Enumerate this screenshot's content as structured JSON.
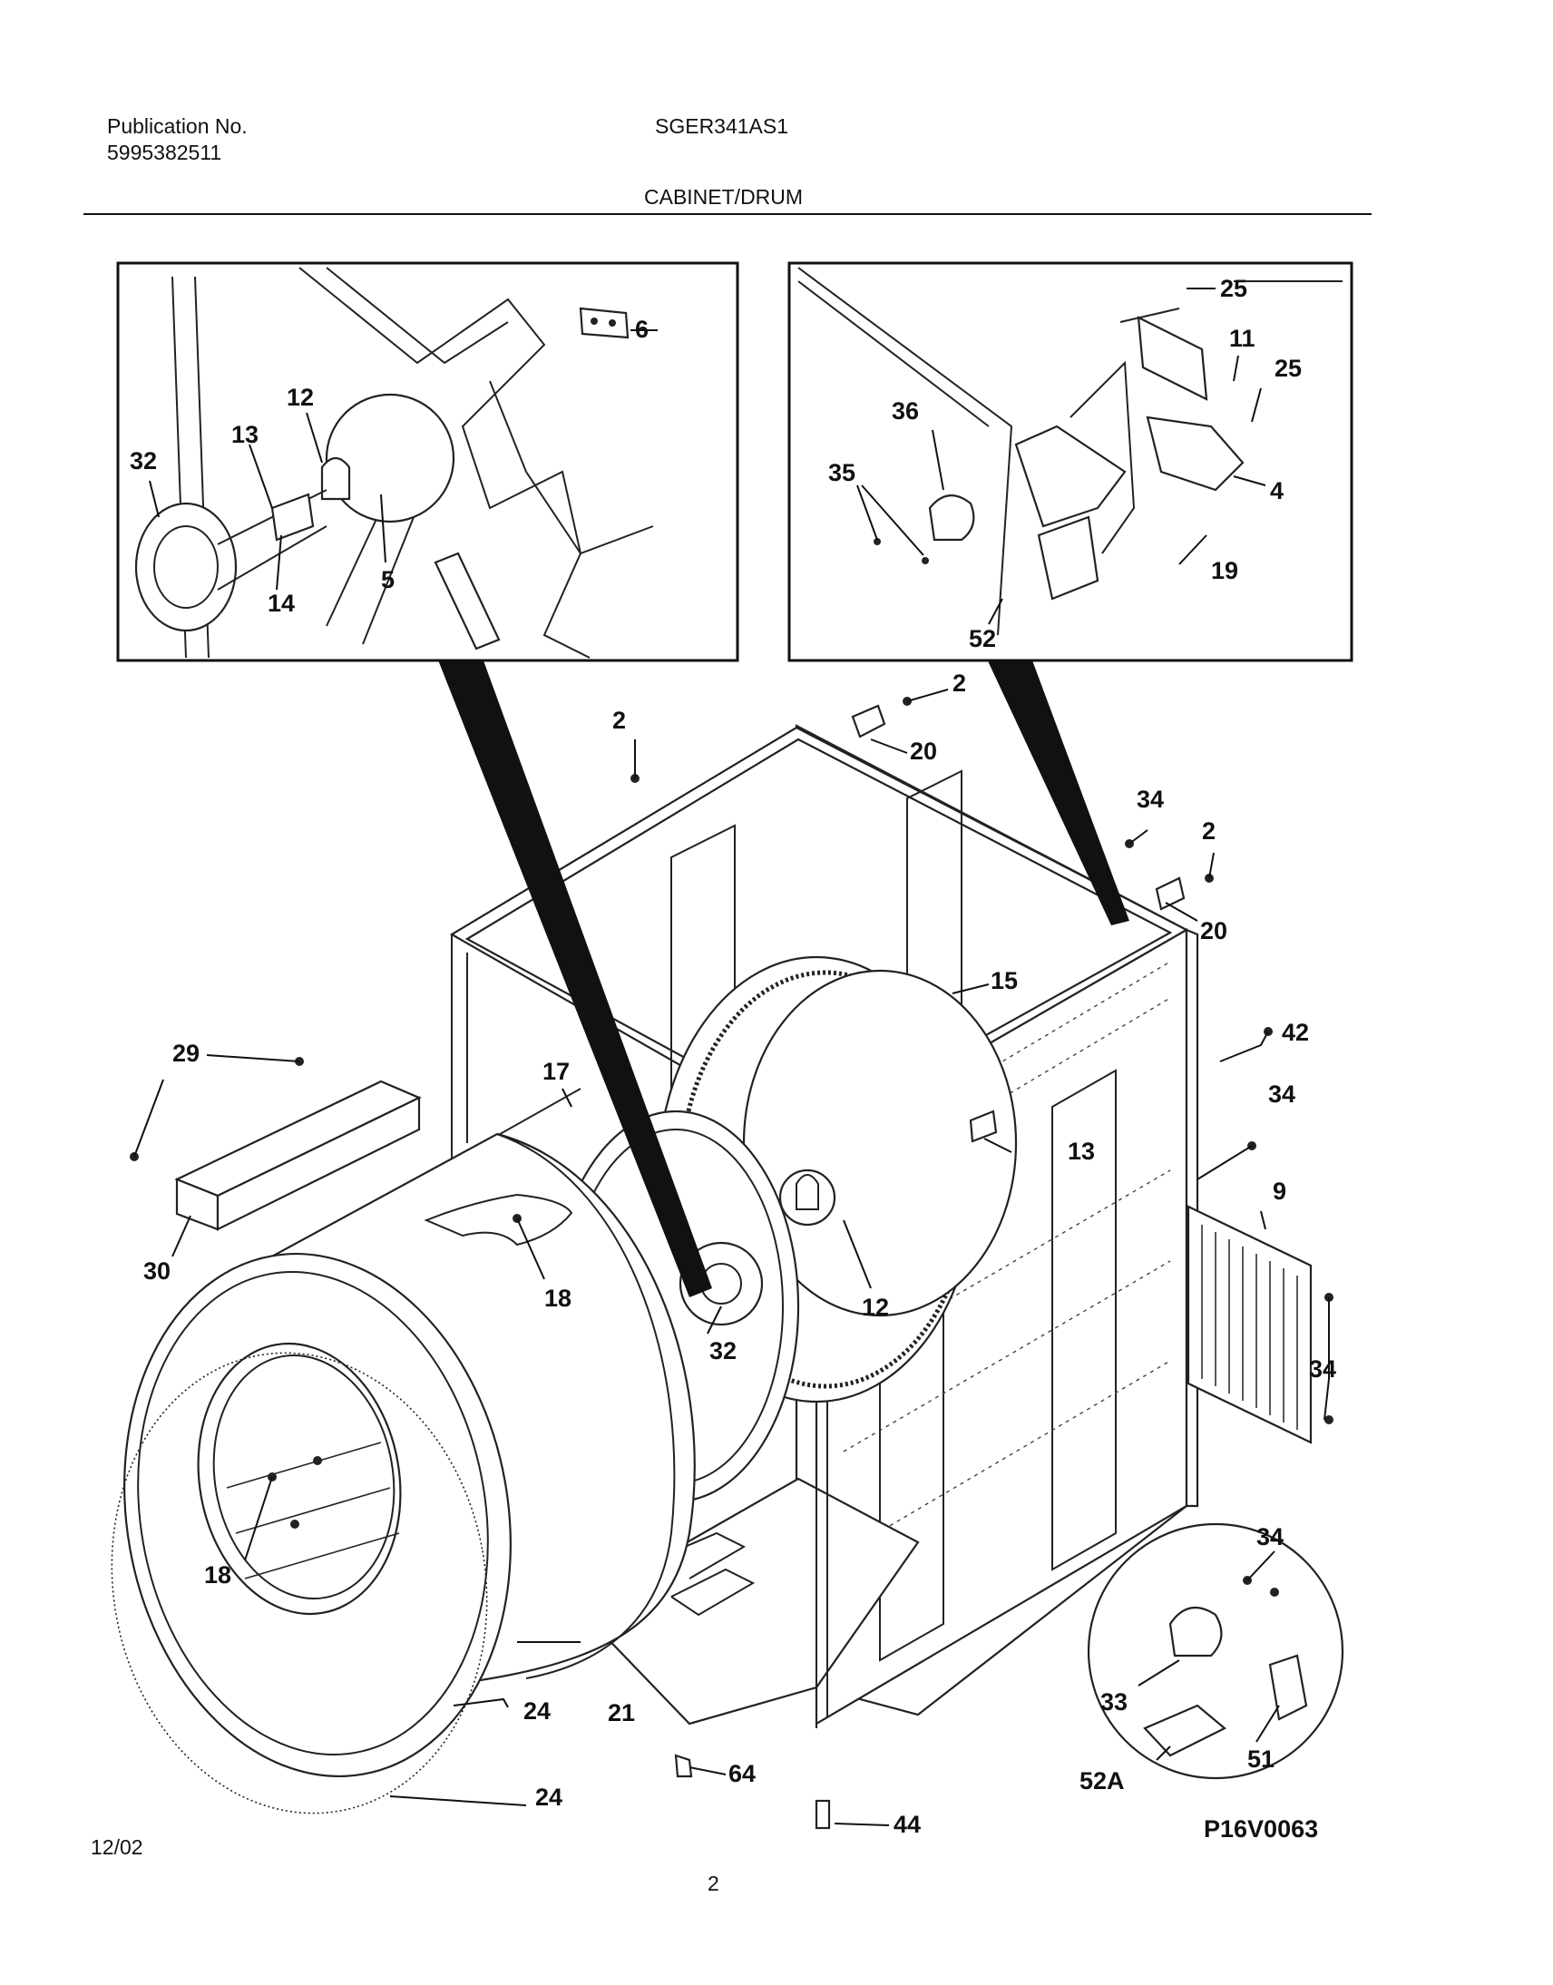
{
  "header": {
    "publication_label": "Publication No.",
    "publication_number": "5995382511",
    "model": "SGER341AS1",
    "section_title": "CABINET/DRUM"
  },
  "footer": {
    "date": "12/02",
    "page_number": "2"
  },
  "diagram": {
    "figure_id": "P16V0063",
    "callouts": {
      "inset_left": [
        "6",
        "12",
        "13",
        "32",
        "14",
        "5"
      ],
      "inset_right": [
        "25",
        "11",
        "25",
        "36",
        "35",
        "4",
        "19",
        "52"
      ],
      "main": [
        "2",
        "2",
        "20",
        "34",
        "2",
        "20",
        "15",
        "42",
        "29",
        "17",
        "13",
        "34",
        "9",
        "30",
        "18",
        "12",
        "32",
        "34",
        "18",
        "34",
        "24",
        "21",
        "33",
        "51",
        "64",
        "52A",
        "24",
        "44"
      ]
    }
  }
}
